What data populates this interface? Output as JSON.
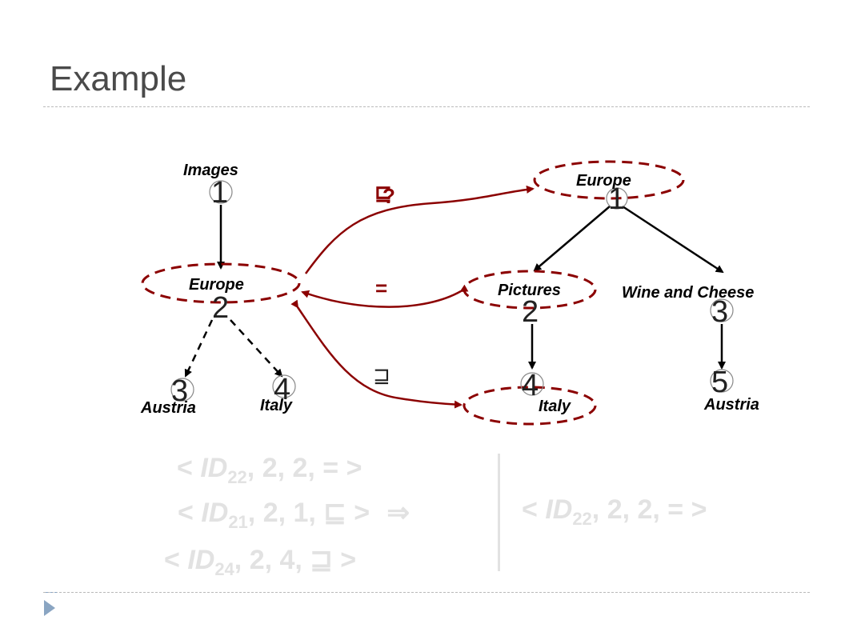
{
  "title": "Example",
  "left_tree": {
    "nodes": [
      {
        "id": "1",
        "label": "Images"
      },
      {
        "id": "2",
        "label": "Europe"
      },
      {
        "id": "3",
        "label": "Austria"
      },
      {
        "id": "4",
        "label": "Italy"
      }
    ]
  },
  "right_tree": {
    "nodes": [
      {
        "id": "1",
        "label": "Europe"
      },
      {
        "id": "2",
        "label": "Pictures"
      },
      {
        "id": "3",
        "label": "Wine and Cheese"
      },
      {
        "id": "4",
        "label": "Italy"
      },
      {
        "id": "5",
        "label": "Austria"
      }
    ]
  },
  "relations": {
    "top": {
      "symbol": "⊑",
      "mark": "?"
    },
    "middle": {
      "symbol": "="
    },
    "bottom": {
      "symbol": "⊒"
    }
  },
  "tuples_left": [
    {
      "open": "< ",
      "id": "ID",
      "sub": "22",
      "rest": ", 2, 2, = >"
    },
    {
      "open": "< ",
      "id": "ID",
      "sub": "21",
      "rest": ", 2, 1, ⊑ >",
      "implies": "⇒"
    },
    {
      "open": "< ",
      "id": "ID",
      "sub": "24",
      "rest": ", 2, 4, ⊒ >"
    }
  ],
  "tuple_right": {
    "open": "< ",
    "id": "ID",
    "sub": "22",
    "rest": ", 2, 2, = >"
  },
  "colors": {
    "accent": "#8b0000",
    "title_text": "#4a4a4a",
    "faded_text": "#e2e2e2",
    "edge": "#000000"
  }
}
